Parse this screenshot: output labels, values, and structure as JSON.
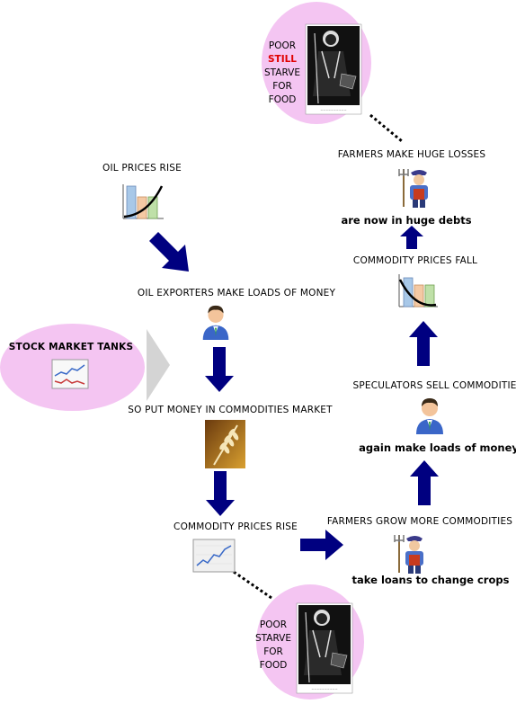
{
  "colors": {
    "arrow": "#000080",
    "ellipse": "#f4c5f2",
    "still": "#e00000"
  },
  "labels": {
    "oil_prices_rise": "OIL PRICES RISE",
    "oil_exporters": "OIL EXPORTERS MAKE LOADS OF MONEY",
    "stock_market": "STOCK MARKET TANKS",
    "put_money": "SO PUT MONEY IN COMMODITIES MARKET",
    "commodity_rise": "COMMODITY PRICES RISE",
    "farmers_grow": "FARMERS GROW MORE COMMODITIES",
    "take_loans": "take loans to change crops",
    "speculators_sell": "SPECULATORS SELL COMMODITIES",
    "again_money": "again make loads of money",
    "commodity_fall": "COMMODITY PRICES FALL",
    "huge_debts": "are now in huge debts",
    "farmers_losses": "FARMERS MAKE HUGE LOSSES"
  },
  "poor_top": {
    "line1": "POOR",
    "line2": "STILL",
    "line3": "STARVE",
    "line4": "FOR FOOD"
  },
  "poor_bottom": {
    "line1": "POOR",
    "line2": "STARVE",
    "line3": "FOR FOOD"
  },
  "icons": [
    "bar-chart-rise-icon",
    "person-icon",
    "line-chart-icon",
    "wheat-icon",
    "farmer-icon",
    "bar-chart-fall-icon",
    "poor-man-image"
  ]
}
